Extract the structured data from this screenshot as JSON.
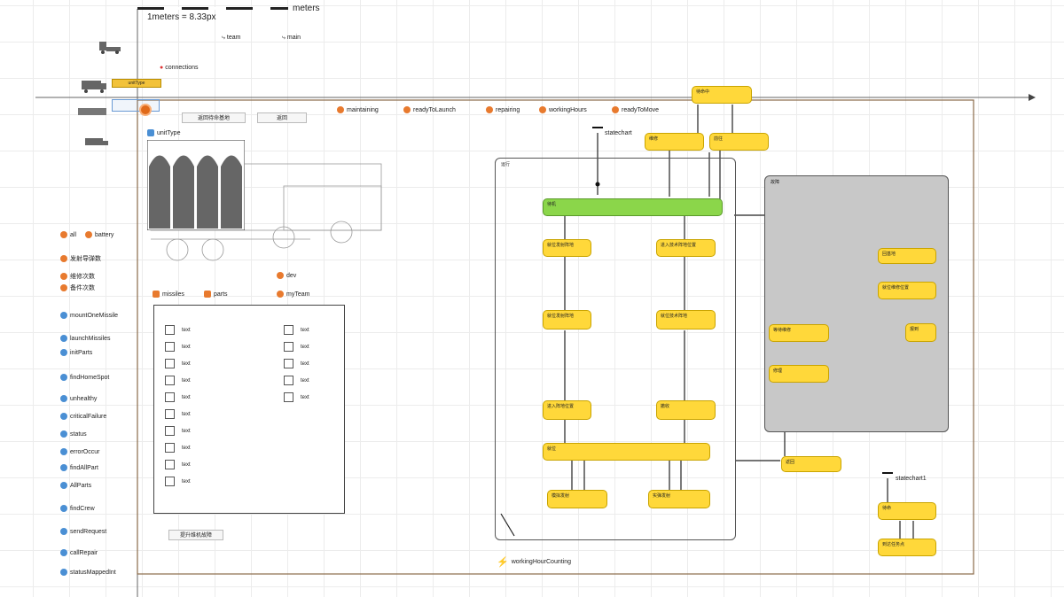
{
  "scale": {
    "meters_label": "meters",
    "ratio_label": "1meters = 8.33px"
  },
  "top_items": {
    "team": "team",
    "main": "main",
    "connections": "connections"
  },
  "unit_label": "unitType",
  "selected_tag": "unitType",
  "buttons": {
    "return_home": "返回待命基地",
    "return": "返回",
    "bottom": "提升维机故障"
  },
  "events": [
    "maintaining",
    "readyToLaunch",
    "repairing",
    "workingHours",
    "readyToMove"
  ],
  "statechart_labels": {
    "main": "statechart",
    "second": "statechart1"
  },
  "left_vars": {
    "all": "all",
    "battery": "battery",
    "v1": "发射导弹数",
    "v2": "维修次数",
    "v3": "备件次数"
  },
  "left_funcs": [
    "mountOneMissile",
    "launchMissiles",
    "initParts",
    "findHomeSpot",
    "unhealthy",
    "criticalFailure",
    "status",
    "errorOccur",
    "findAllPart",
    "AllParts",
    "findCrew",
    "sendRequest",
    "callRepair",
    "statusMappedInt"
  ],
  "lists": {
    "missiles": "missiles",
    "parts": "parts",
    "dev": "dev",
    "myTeam": "myTeam"
  },
  "checkbox_text": "text",
  "checkbox_left_count": 10,
  "checkbox_right_count": 5,
  "states": {
    "top": "待命中",
    "s_left_top": "维修",
    "s_right_top": "前往",
    "comp_main": "运行",
    "green": "待机",
    "l1": "就位发射阵地",
    "r1": "进入技术阵地位置",
    "l2": "就位发射阵地",
    "r2": "就位技术阵地",
    "l3": "进入阵地位置",
    "r3": "撤收",
    "wide": "就位",
    "b1": "模拟发射",
    "b2": "实弹发射",
    "comp_grey": "故障",
    "g1": "回基地",
    "g2": "就位维修位置",
    "g3": "等待维修",
    "g4": "修理",
    "g5": "报到",
    "ret": "返回",
    "sc1": "待命",
    "sc2": "到达任务点"
  },
  "event_label": "workingHourCounting",
  "colors": {
    "state": "#ffd83a",
    "active": "#8bd64a",
    "grey_state": "#c8c8c8",
    "event": "#e87a2e",
    "func": "#4a8fd4"
  }
}
